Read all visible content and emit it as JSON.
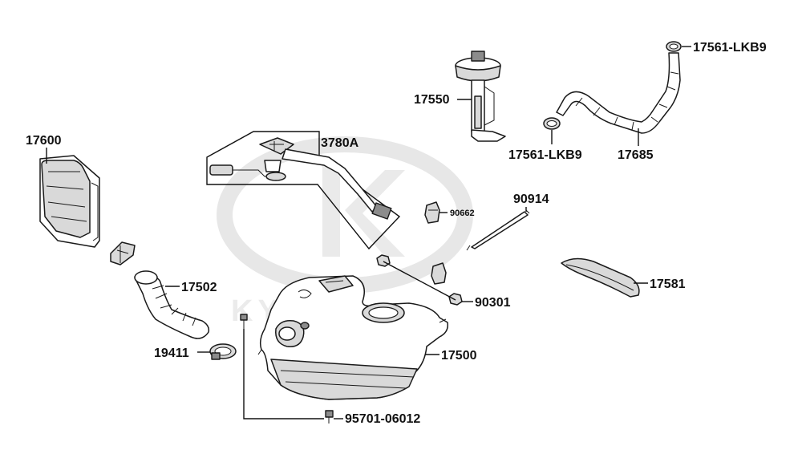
{
  "watermark": {
    "brand_text": "KYMCO"
  },
  "labels": {
    "p17600": "17600",
    "p3780a": "3780A",
    "p17550": "17550",
    "p17561_top": "17561-LKB9",
    "p17561_mid": "17561-LKB9",
    "p17685": "17685",
    "p90914": "90914",
    "p90662": "90662",
    "p17502": "17502",
    "p90301": "90301",
    "p17581": "17581",
    "p19411": "19411",
    "p17500": "17500",
    "p95701": "95701-06012"
  }
}
